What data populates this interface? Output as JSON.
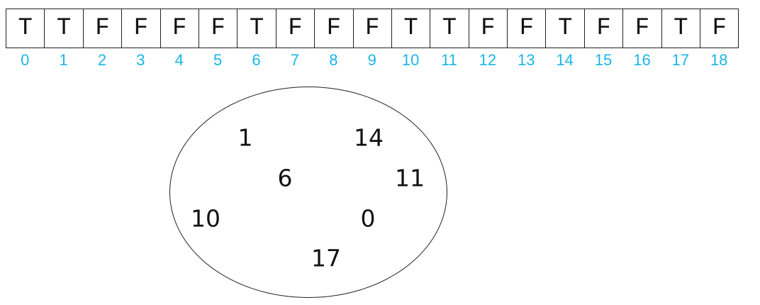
{
  "array": {
    "cells": [
      "T",
      "T",
      "F",
      "F",
      "F",
      "F",
      "T",
      "F",
      "F",
      "F",
      "T",
      "T",
      "F",
      "F",
      "T",
      "F",
      "F",
      "T",
      "F"
    ],
    "indices": [
      "0",
      "1",
      "2",
      "3",
      "4",
      "5",
      "6",
      "7",
      "8",
      "9",
      "10",
      "11",
      "12",
      "13",
      "14",
      "15",
      "16",
      "17",
      "18"
    ],
    "index_color": "#1ab6e8"
  },
  "set": {
    "members": [
      "1",
      "14",
      "6",
      "11",
      "10",
      "0",
      "17"
    ]
  }
}
